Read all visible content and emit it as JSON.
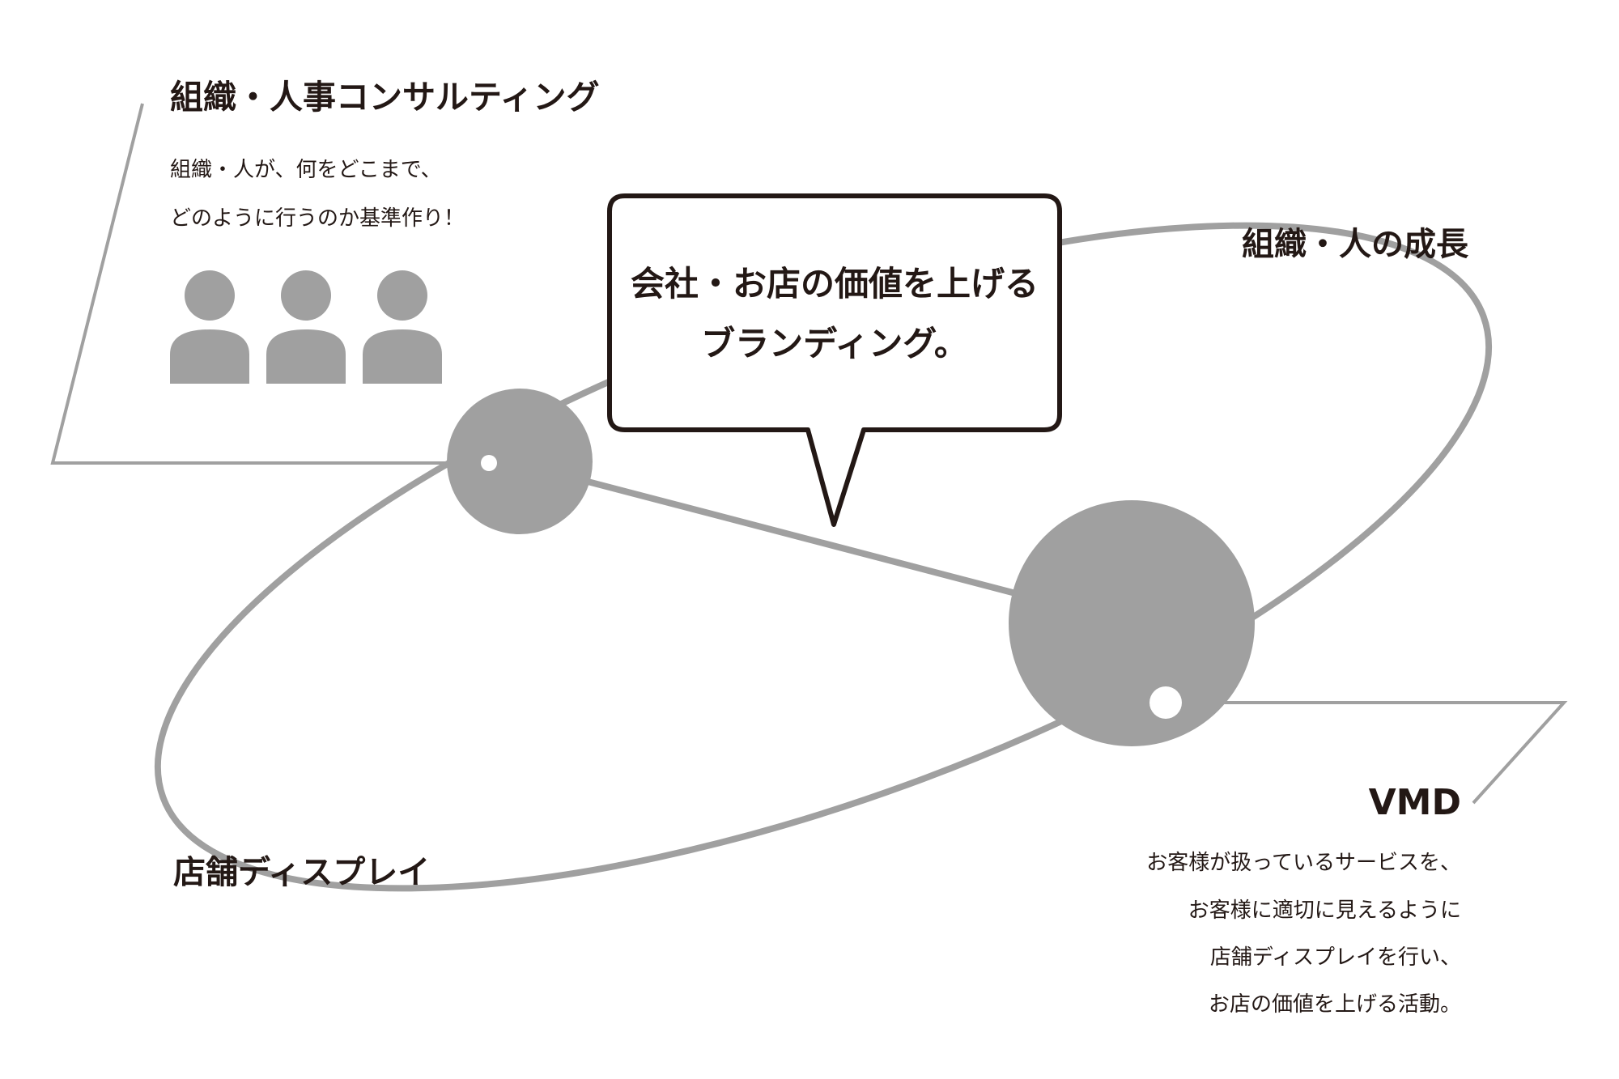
{
  "colors": {
    "ink": "#231815",
    "gray": "#a0a0a0",
    "white": "#ffffff"
  },
  "bubble": {
    "line1": "会社・お店の価値を上げる",
    "line2": "ブランディング。"
  },
  "consulting": {
    "title": "組織・人事コンサルティング",
    "desc_line1": "組織・人が、何をどこまで、",
    "desc_line2": "どのように行うのか基準作り！",
    "icon": "people-group-icon"
  },
  "growth": {
    "title": "組織・人の成長"
  },
  "display": {
    "title": "店舗ディスプレイ"
  },
  "vmd": {
    "title": "VMD",
    "desc_line1": "お客様が扱っているサービスを、",
    "desc_line2": "お客様に適切に見えるように",
    "desc_line3": "店舗ディスプレイを行い、",
    "desc_line4": "お店の価値を上げる活動。"
  }
}
